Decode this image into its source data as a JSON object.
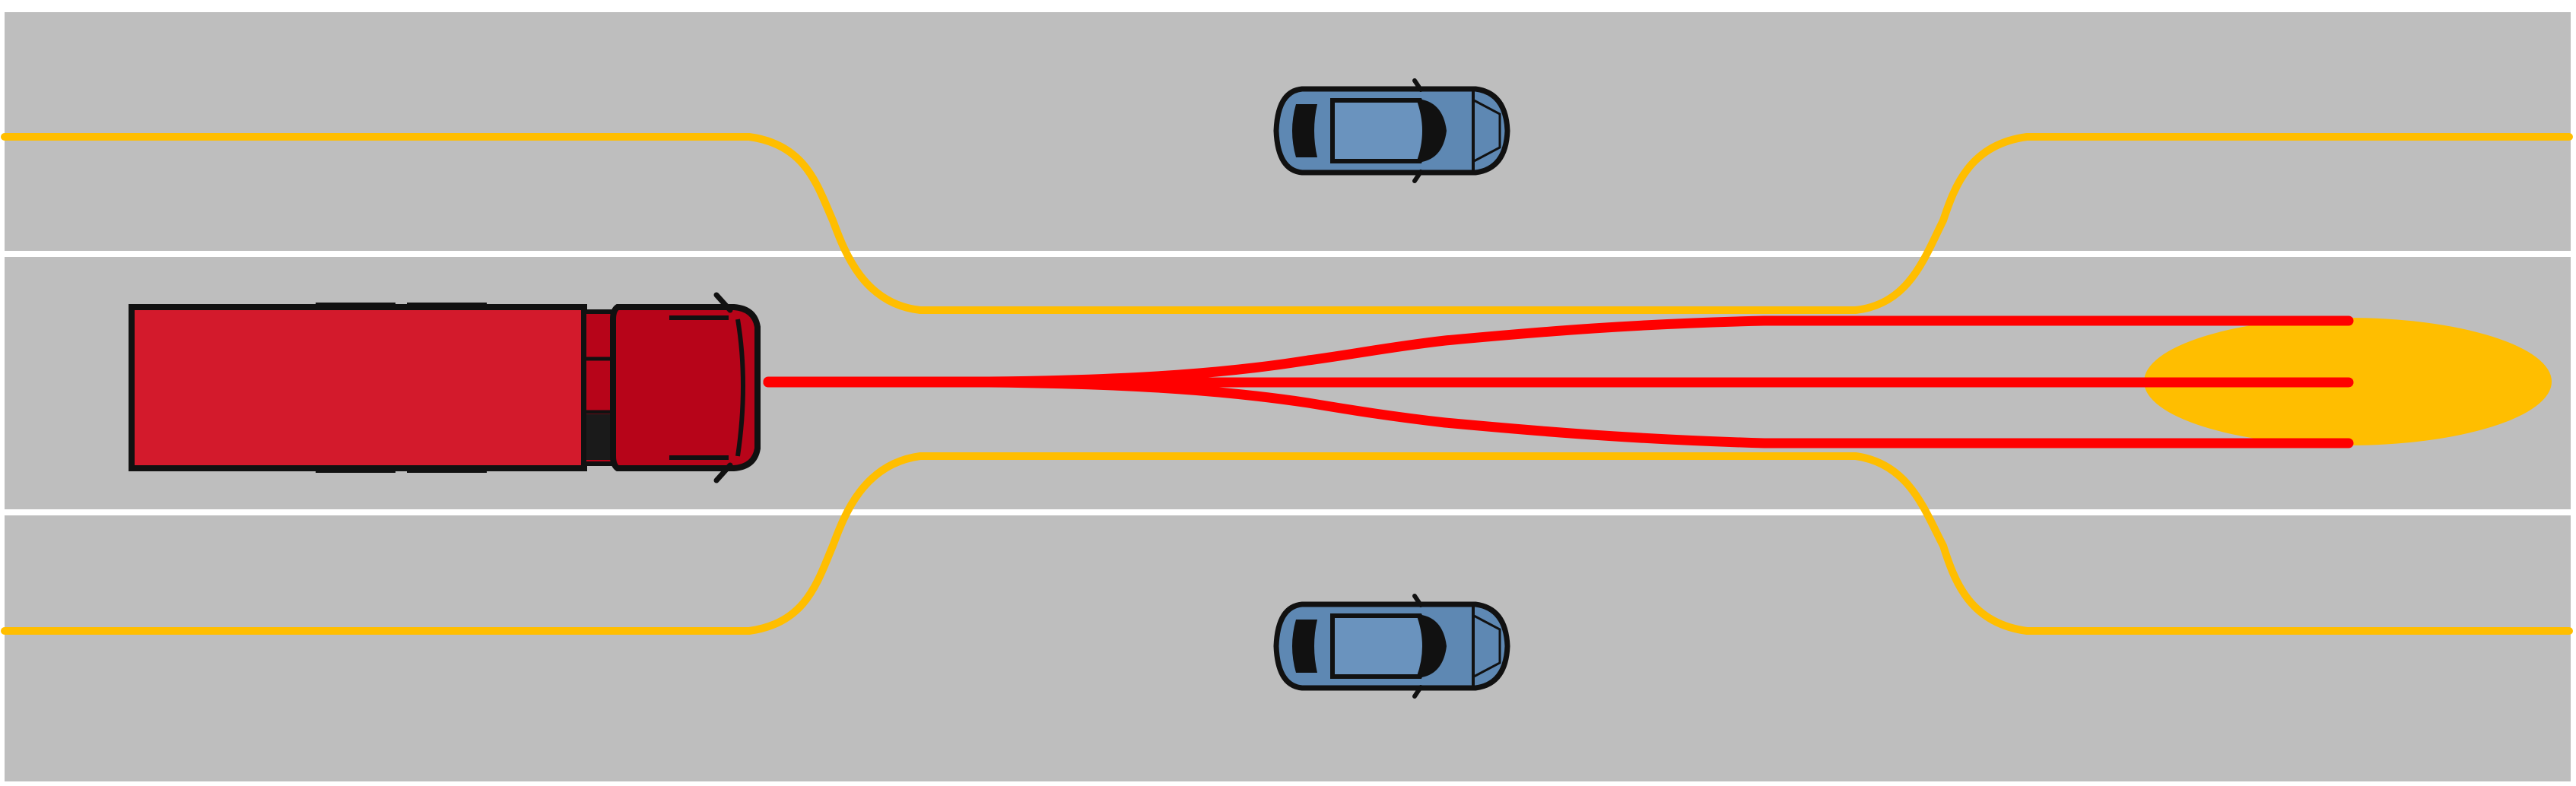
{
  "scene": {
    "lane_count": 3,
    "colors": {
      "road": "#bebebe",
      "lane_divider": "#ffffff",
      "corridor_boundary": "#ffbe00",
      "target_zone": "#ffbe00",
      "candidate_path": "#ff0000",
      "truck_trailer": "#d31a2c",
      "truck_cab": "#b70419",
      "car_body": "#5e88b3",
      "outline": "#111111"
    },
    "vehicles": [
      {
        "name": "ego-truck",
        "type": "truck",
        "lane": "middle",
        "heading": "right"
      },
      {
        "name": "car-top",
        "type": "car",
        "lane": "top",
        "heading": "right"
      },
      {
        "name": "car-bottom",
        "type": "car",
        "lane": "bottom",
        "heading": "right"
      }
    ],
    "candidate_paths": 3,
    "target_zone": {
      "shape": "ellipse",
      "lane": "middle",
      "position": "ahead of truck"
    }
  }
}
